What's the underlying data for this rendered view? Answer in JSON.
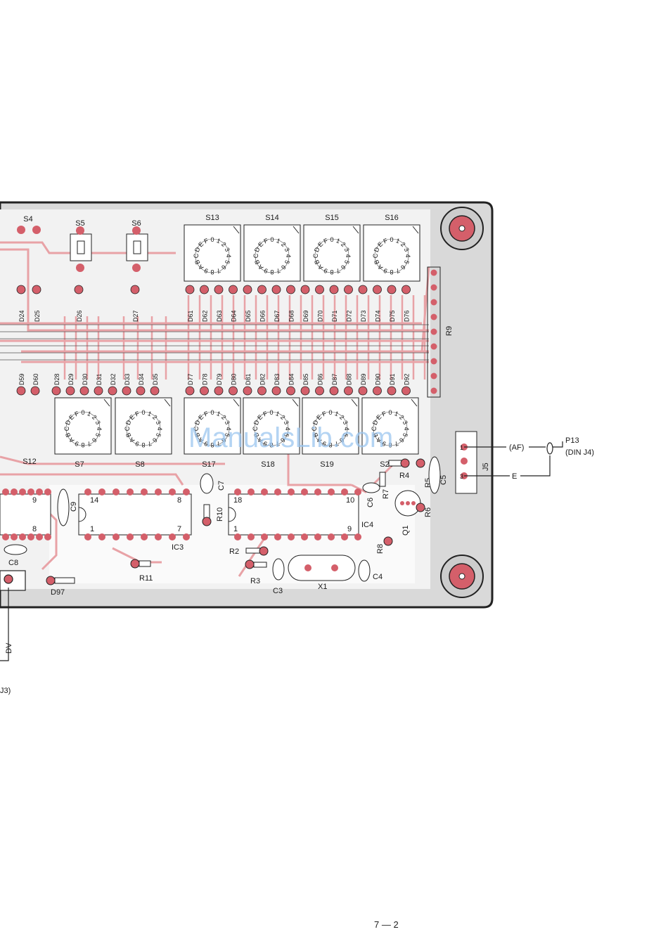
{
  "colors": {
    "board": "#d9d9d9",
    "border": "#222222",
    "trace": "#e8a2a6",
    "pad": "#d45f6a",
    "text": "#1a1a1a",
    "watermark": "#9cc6f0"
  },
  "watermark": "ManualsLib.com",
  "page_number": "7 — 2",
  "switches_top": [
    {
      "ref": "S13",
      "dial": "0123456789ABCDEF"
    },
    {
      "ref": "S14",
      "dial": "0123456789ABCDEF"
    },
    {
      "ref": "S15",
      "dial": "0123456789ABCDEF"
    },
    {
      "ref": "S16",
      "dial": "0123456789ABCDEF"
    }
  ],
  "switches_bottom": [
    {
      "ref": "S7",
      "dial": "0123456789ABCDEF"
    },
    {
      "ref": "S8",
      "dial": "0123456789ABCDEF"
    },
    {
      "ref": "S17",
      "dial": "0123456789ABCDEF"
    },
    {
      "ref": "S18",
      "dial": "0123456789ABCDEF"
    },
    {
      "ref": "S19",
      "dial": "0123456789ABCDEF"
    },
    {
      "ref": "S20",
      "dial": "0123456789ABCDEF"
    }
  ],
  "push_switches": [
    "S4",
    "S5",
    "S6",
    "S12"
  ],
  "diodes_top": [
    "D24",
    "D25",
    "D26",
    "D27",
    "D61",
    "D62",
    "D63",
    "D64",
    "D65",
    "D66",
    "D67",
    "D68",
    "D69",
    "D70",
    "D71",
    "D72",
    "D73",
    "D74",
    "D75",
    "D76"
  ],
  "diodes_mid": [
    "D59",
    "D60",
    "D28",
    "D29",
    "D30",
    "D31",
    "D32",
    "D33",
    "D34",
    "D35",
    "D77",
    "D78",
    "D79",
    "D80",
    "D81",
    "D82",
    "D83",
    "D84",
    "D85",
    "D86",
    "D87",
    "D88",
    "D89",
    "D90",
    "D91",
    "D92"
  ],
  "ics": [
    {
      "ref": "",
      "pin_top_left": "",
      "pin_top_right": "9",
      "pin_bottom_left": "",
      "pin_bottom_right": "8"
    },
    {
      "ref": "IC3",
      "pin_top_left": "14",
      "pin_top_right": "8",
      "pin_bottom_left": "1",
      "pin_bottom_right": "7"
    },
    {
      "ref": "IC4",
      "pin_top_left": "18",
      "pin_top_right": "10",
      "pin_bottom_left": "1",
      "pin_bottom_right": "9"
    }
  ],
  "parts": {
    "r9": "R9",
    "c9": "C9",
    "c8": "C8",
    "d97": "D97",
    "r11": "R11",
    "c7": "C7",
    "r10": "R10",
    "r2": "R2",
    "r3": "R3",
    "c3": "C3",
    "x1": "X1",
    "c4": "C4",
    "c6": "C6",
    "r7": "R7",
    "r4": "R4",
    "r5": "R5",
    "c5": "C5",
    "r6": "R6",
    "q1": "Q1",
    "r8": "R8",
    "j5": "J5"
  },
  "connector": {
    "ref": "P13",
    "sub": "(DIN J4)",
    "af": "(AF)",
    "e": "E",
    "pin1": "1",
    "pin3": "3"
  },
  "left_edge": {
    "dv": "DV",
    "j3": "J3)"
  }
}
